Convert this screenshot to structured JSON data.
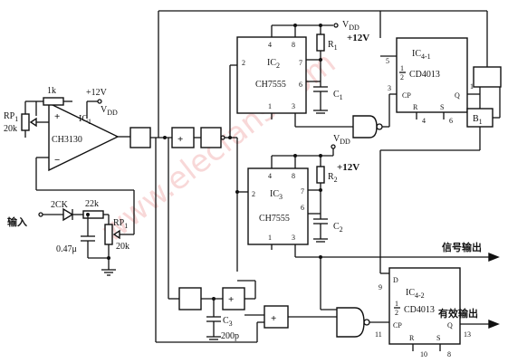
{
  "watermark": "www.elecfans.com",
  "ic1": {
    "name": "IC",
    "sub": "1",
    "part": "CH3130"
  },
  "ic2": {
    "name": "IC",
    "sub": "2",
    "part": "CH7555",
    "pins": {
      "p4": "4",
      "p8": "8",
      "p2": "2",
      "p7": "7",
      "p6": "6",
      "p1": "1",
      "p3": "3"
    }
  },
  "ic3": {
    "name": "IC",
    "sub": "3",
    "part": "CH7555",
    "pins": {
      "p4": "4",
      "p8": "8",
      "p2": "2",
      "p7": "7",
      "p6": "6",
      "p1": "1",
      "p3": "3"
    }
  },
  "ic41": {
    "name": "IC",
    "sub": "4-1",
    "half": "1",
    "half_den": "2",
    "part": "CD4013",
    "pins": {
      "cp": "CP",
      "q": "Q",
      "r": "R",
      "s": "S",
      "n5": "5",
      "n3": "3",
      "n1": "1",
      "n4": "4",
      "n6": "6"
    }
  },
  "ic42": {
    "name": "IC",
    "sub": "4-2",
    "half": "1",
    "half_den": "2",
    "part": "CD4013",
    "pins": {
      "d": "D",
      "cp": "CP",
      "q": "Q",
      "r": "R",
      "s": "S",
      "n9": "9",
      "n11": "11",
      "n13": "13",
      "n10": "10",
      "n8": "8"
    }
  },
  "supply": {
    "vdd": "V",
    "vdd_sub": "DD",
    "plus12": "+12V"
  },
  "components": {
    "r1": "R",
    "r1_sub": "1",
    "c1": "C",
    "c1_sub": "1",
    "r2": "R",
    "r2_sub": "2",
    "c2": "C",
    "c2_sub": "2",
    "c3": "C",
    "c3_sub": "3",
    "c3_val": "200p",
    "rp1_left": "RP",
    "rp1_left_sub": "1",
    "rp1_left_val": "20k",
    "rp1_right": "RP",
    "rp1_right_sub": "1",
    "rp1_right_val": "20k",
    "r_fb": "1k",
    "r_in": "22k",
    "c_in": "0.47μ",
    "diode": "2CK",
    "b1": "B",
    "b1_sub": "1"
  },
  "opamp": {
    "plus": "+",
    "minus": "−"
  },
  "labels": {
    "input": "输入",
    "signal_out": "信号输出",
    "valid_out": "有效输出"
  }
}
